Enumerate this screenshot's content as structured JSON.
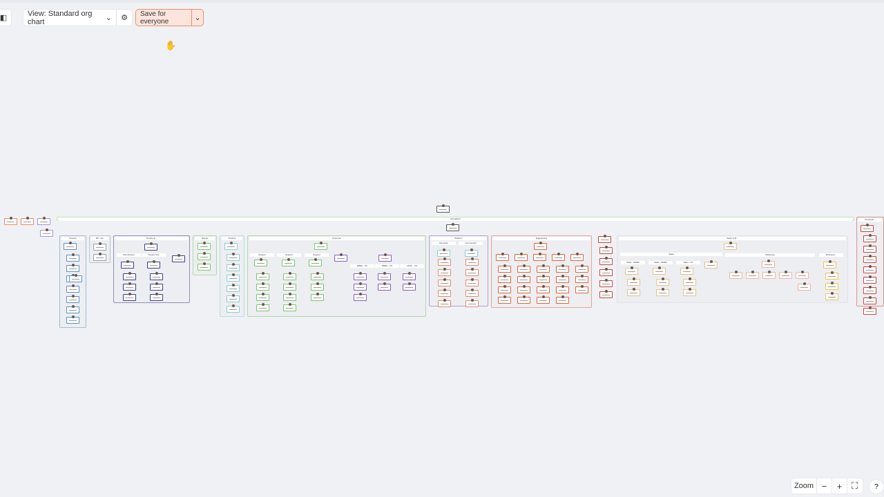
{
  "toolbar": {
    "view_label": "View: Standard org chart",
    "save_label": "Save for everyone"
  },
  "zoom": {
    "label": "Zoom",
    "minus": "−",
    "plus": "+",
    "fit": "⛶",
    "help": "?"
  },
  "chart": {
    "top_bar_label": "Operations",
    "departments": [
      {
        "label": "Finance",
        "color": "#5b8fc7"
      },
      {
        "label": "Biz. ops",
        "color": "#9a9da6"
      },
      {
        "label": "People &...",
        "color": "#3d3a8c"
      },
      {
        "label": "Design",
        "color": "#7cc46d"
      },
      {
        "label": "Product",
        "color": "#8ccbd0"
      },
      {
        "label": "Customer",
        "color": "#7cc46d"
      },
      {
        "label": "Platform",
        "color": "#8a5bbf"
      },
      {
        "label": "Engineering",
        "color": "#e0633a"
      },
      {
        "label": "Sales & M...",
        "color": "#dcdde0"
      },
      {
        "label": "Prototype...",
        "color": "#c9453a"
      }
    ],
    "sub_groups": [
      "Recruitment",
      "People Ops",
      "Support",
      "Support",
      "Support",
      "EMEA - CS",
      "EMEA - CS",
      "APAC - CS",
      "Domestic",
      "Commercial",
      "Sales",
      "Marketing",
      "Business...",
      "Sales - EMEA",
      "Sales - EMEA",
      "Sales - NY"
    ]
  }
}
